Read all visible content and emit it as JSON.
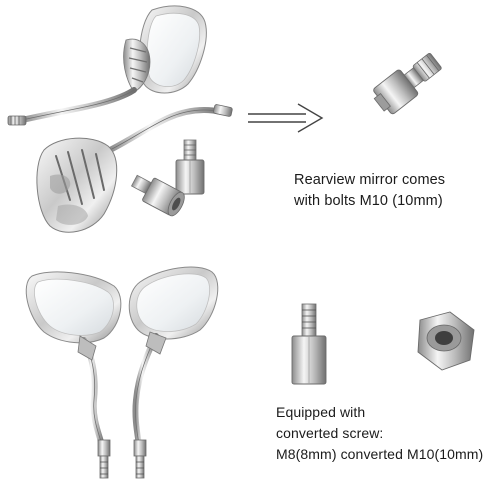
{
  "captions": {
    "top": {
      "line1": "Rearview mirror comes",
      "line2": "with bolts M10 (10mm)"
    },
    "bottom": {
      "line1": "Equipped with",
      "line2": "converted screw:",
      "line3": "M8(8mm) converted M10(10mm)"
    }
  },
  "colors": {
    "background": "#ffffff",
    "chrome_light": "#f2f2f2",
    "chrome_mid": "#c8c8c8",
    "chrome_dark": "#7a7a7a",
    "glass": "#eceff1",
    "text": "#1b1b1b"
  }
}
